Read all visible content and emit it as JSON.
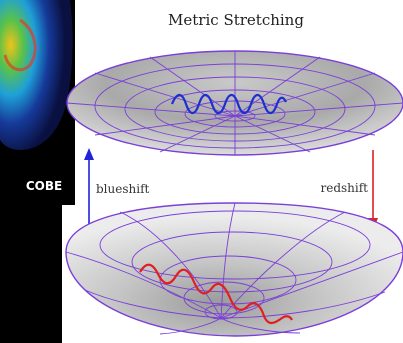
{
  "title": "Metric Stretching",
  "labels": {
    "left": "blueshift",
    "right": "redshift",
    "inset": "COBE"
  },
  "colors": {
    "grid": "#7a3fd8",
    "blue_wave": "#1e2fcf",
    "red_wave": "#e02020",
    "left_arrow": "#2222dd",
    "right_arrow": "#dd2222",
    "surface_dark": "#8a8a8a",
    "surface_light": "#e6e6e6",
    "background": "#ffffff",
    "cobe_background": "#000000"
  }
}
